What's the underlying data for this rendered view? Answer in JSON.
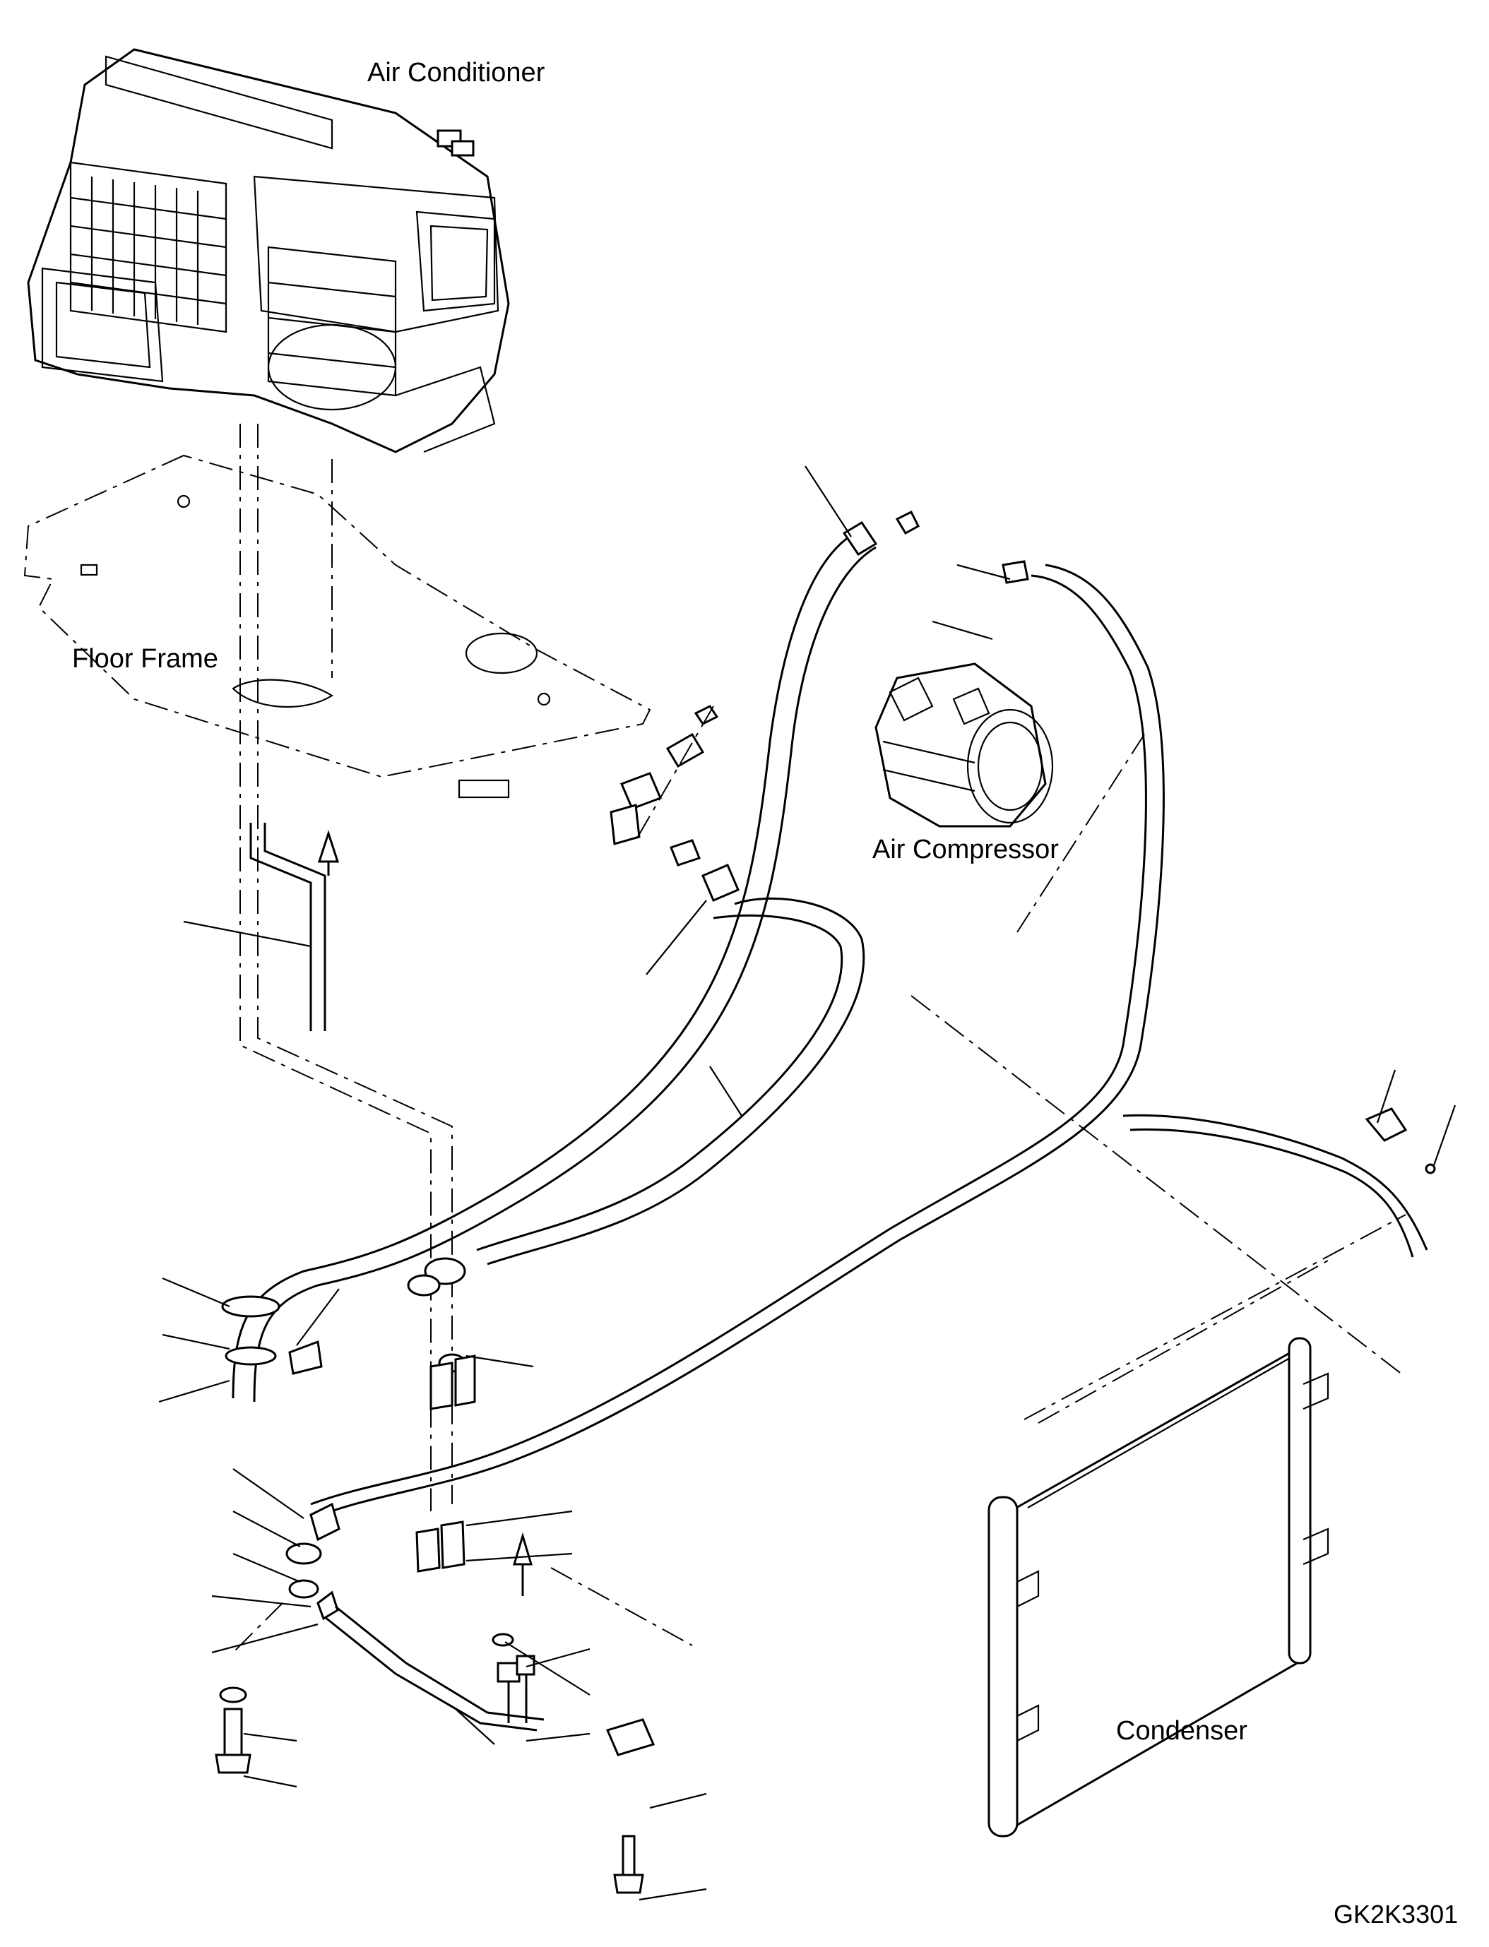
{
  "labels": {
    "air_conditioner": "Air Conditioner",
    "floor_frame": "Floor Frame",
    "air_compressor": "Air Compressor",
    "condenser": "Condenser"
  },
  "drawing_number": "GK2K3301",
  "colors": {
    "line": "#000000",
    "background": "#ffffff"
  }
}
